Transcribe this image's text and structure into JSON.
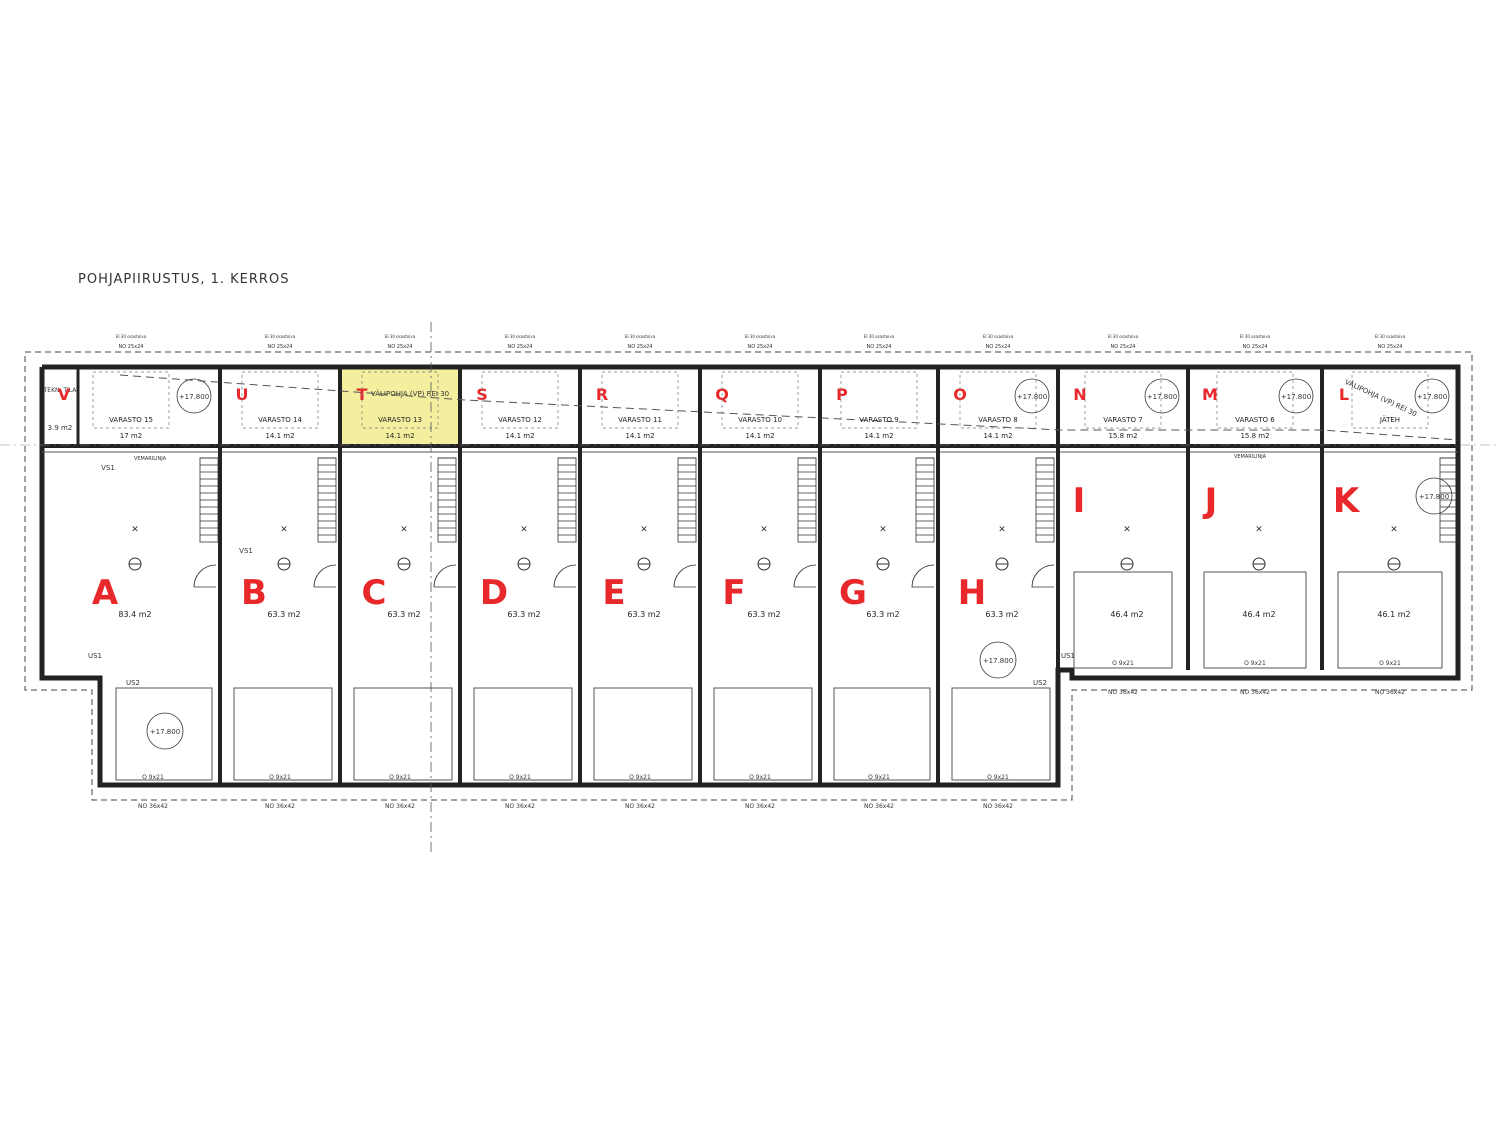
{
  "title": "POHJAPIIRUSTUS, 1. KERROS",
  "highlight_color": "#f3ef9f",
  "label_color": "#e8282b",
  "apartments": [
    {
      "letter": "A",
      "area": "83.4 m2",
      "elev": "+17.800"
    },
    {
      "letter": "B",
      "area": "63.3 m2"
    },
    {
      "letter": "C",
      "area": "63.3 m2"
    },
    {
      "letter": "D",
      "area": "63.3 m2"
    },
    {
      "letter": "E",
      "area": "63.3 m2"
    },
    {
      "letter": "F",
      "area": "63.3 m2"
    },
    {
      "letter": "G",
      "area": "63.3 m2"
    },
    {
      "letter": "H",
      "area": "63.3 m2",
      "elev": "+17.800"
    },
    {
      "letter": "I",
      "area": "46.4 m2"
    },
    {
      "letter": "J",
      "area": "46.4 m2"
    },
    {
      "letter": "K",
      "area": "46.1 m2",
      "elev": "+17.800"
    }
  ],
  "storages": [
    {
      "letter": "V",
      "name": "VARASTO 15",
      "area": "17 m2",
      "elev": "+17.800"
    },
    {
      "letter": "U",
      "name": "VARASTO 14",
      "area": "14.1 m2"
    },
    {
      "letter": "T",
      "name": "VARASTO 13",
      "area": "14.1 m2",
      "highlight": true
    },
    {
      "letter": "S",
      "name": "VARASTO 12",
      "area": "14.1 m2"
    },
    {
      "letter": "R",
      "name": "VARASTO 11",
      "area": "14.1 m2"
    },
    {
      "letter": "Q",
      "name": "VARASTO 10",
      "area": "14.1 m2"
    },
    {
      "letter": "P",
      "name": "VARASTO 9",
      "area": "14.1 m2"
    },
    {
      "letter": "O",
      "name": "VARASTO 8",
      "area": "14.1 m2",
      "elev": "+17.800"
    },
    {
      "letter": "N",
      "name": "VARASTO 7",
      "area": "15.8 m2",
      "elev": "+17.800"
    },
    {
      "letter": "M",
      "name": "VARASTO 6",
      "area": "15.8 m2",
      "elev": "+17.800"
    },
    {
      "letter": "L",
      "name": "JÄTEH",
      "area": "",
      "elev": "+17.800"
    }
  ],
  "technical_room": {
    "label": "TEKN. TILA",
    "area": "3.9 m2"
  },
  "annotations": {
    "vs1": "VS1",
    "us1": "US1",
    "us2": "US2",
    "vemarilinja": "VEMARILINJA",
    "valipohja": "VÄLIPOHJA (VP) REI 30",
    "door_small": "O 9x21",
    "door_big": "NO 36x42",
    "window": "NO 25x24",
    "fire_class": "EI 30 osastoiva"
  }
}
